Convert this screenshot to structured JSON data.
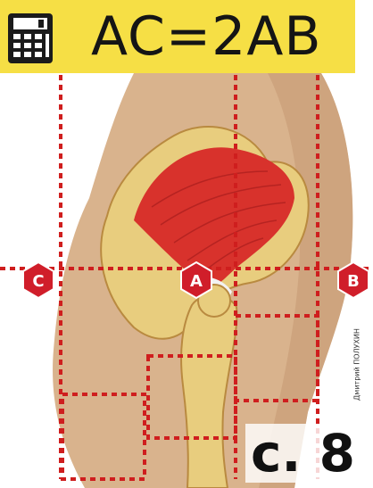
{
  "header": {
    "title": "AC=2AB",
    "icon": "calculator-icon"
  },
  "markers": {
    "a": "A",
    "b": "B",
    "c": "C"
  },
  "page_number": "с. 8",
  "credit": "Дмитрий ПОЛУХИН",
  "colors": {
    "title_bar": "#f6df45",
    "guide_lines": "#cf1e1e",
    "marker_fill": "#d01e2a",
    "muscle": "#d8322c",
    "bone": "#e9cf80",
    "skin": "#d8b28c"
  }
}
